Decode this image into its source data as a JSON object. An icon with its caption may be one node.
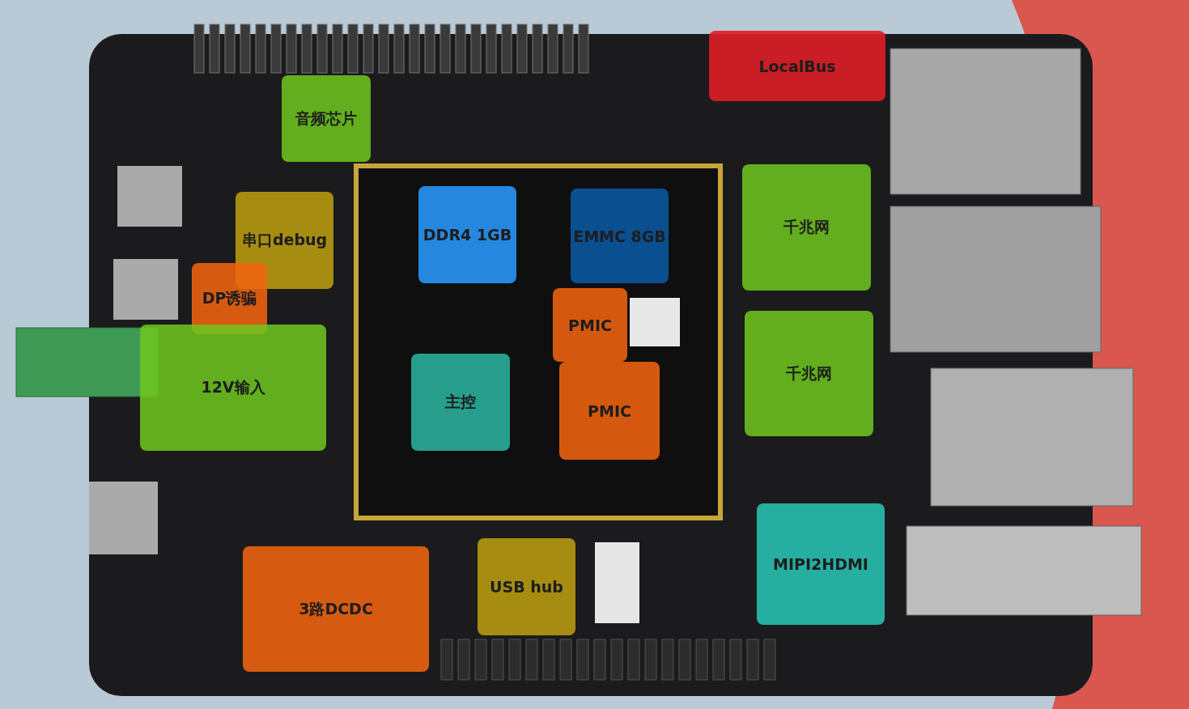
{
  "diagram": {
    "nodes": [
      {
        "text": [
          "LocalBus"
        ]
      },
      {
        "text": [
          "音频芯片"
        ]
      },
      {
        "text": [
          "DDR4 1GB"
        ]
      },
      {
        "text": [
          "EMMC 8GB"
        ]
      },
      {
        "text": [
          "千兆网"
        ]
      },
      {
        "text": [
          "串口debug"
        ]
      },
      {
        "text": [
          "DP诱骗"
        ]
      },
      {
        "text": [
          "PMIC"
        ]
      },
      {
        "text": [
          "千兆网"
        ]
      },
      {
        "text": [
          "12V输入"
        ]
      },
      {
        "text": [
          "主控"
        ]
      },
      {
        "text": [
          "PMIC"
        ]
      },
      {
        "text": [
          "MIPI2HDMI"
        ]
      },
      {
        "text": [
          "USB hub"
        ]
      },
      {
        "text": [
          "3路DCDC"
        ]
      }
    ]
  }
}
